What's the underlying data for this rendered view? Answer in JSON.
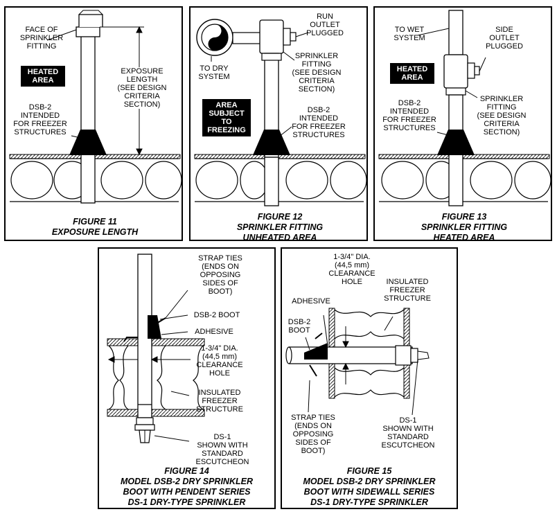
{
  "figures": [
    {
      "caption": "FIGURE 11\nEXPOSURE LENGTH",
      "labels": {
        "face": "FACE OF\nSPRINKLER\nFITTING",
        "exposure": "EXPOSURE\nLENGTH\n(SEE DESIGN\nCRITERIA\nSECTION)",
        "dsb2": "DSB-2\nINTENDED\nFOR FREEZER\nSTRUCTURES",
        "badge": "HEATED\nAREA"
      }
    },
    {
      "caption": "FIGURE 12\nSPRINKLER FITTING\nUNHEATED AREA",
      "labels": {
        "run": "RUN\nOUTLET\nPLUGGED",
        "fitting": "SPRINKLER\nFITTING\n(SEE DESIGN\nCRITERIA\nSECTION)",
        "dry": "TO DRY\nSYSTEM",
        "dsb2": "DSB-2\nINTENDED\nFOR FREEZER\nSTRUCTURES",
        "badge": "AREA\nSUBJECT\nTO\nFREEZING"
      }
    },
    {
      "caption": "FIGURE 13\nSPRINKLER FITTING\nHEATED AREA",
      "labels": {
        "wet": "TO WET\nSYSTEM",
        "side": "SIDE\nOUTLET\nPLUGGED",
        "fitting": "SPRINKLER\nFITTING\n(SEE DESIGN\nCRITERIA\nSECTION)",
        "dsb2": "DSB-2\nINTENDED\nFOR FREEZER\nSTRUCTURES",
        "badge": "HEATED\nAREA"
      }
    },
    {
      "caption": "FIGURE 14\nMODEL DSB-2 DRY SPRINKLER\nBOOT WITH PENDENT SERIES\nDS-1 DRY-TYPE SPRINKLER",
      "labels": {
        "strap": "STRAP TIES\n(ENDS ON\nOPPOSING\nSIDES OF\nBOOT)",
        "boot": "DSB-2 BOOT",
        "adhesive": "ADHESIVE",
        "hole": "1-3/4\" DIA.\n(44,5 mm)\nCLEARANCE\nHOLE",
        "insulated": "INSULATED\nFREEZER\nSTRUCTURE",
        "ds1": "DS-1\nSHOWN WITH\nSTANDARD\nESCUTCHEON"
      }
    },
    {
      "caption": "FIGURE 15\nMODEL DSB-2 DRY SPRINKLER\nBOOT WITH SIDEWALL SERIES\nDS-1 DRY-TYPE SPRINKLER",
      "labels": {
        "hole": "1-3/4\" DIA.\n(44,5 mm)\nCLEARANCE\nHOLE",
        "insulated": "INSULATED\nFREEZER\nSTRUCTURE",
        "adhesive": "ADHESIVE",
        "boot": "DSB-2\nBOOT",
        "strap": "STRAP TIES\n(ENDS ON\nOPPOSING\nSIDES OF\nBOOT)",
        "ds1": "DS-1\nSHOWN WITH\nSTANDARD\nESCUTCHEON"
      }
    }
  ]
}
